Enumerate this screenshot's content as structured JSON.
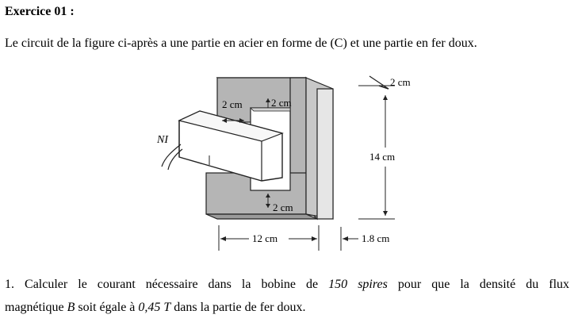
{
  "exercise": {
    "title": "Exercice 01 :"
  },
  "intro": "Le circuit de la figure ci-après a une partie en acier en forme de (C) et une partie en fer doux.",
  "figure": {
    "labels": {
      "ni": "NI",
      "top_inner_width": "2 cm",
      "top_gap": "2 cm",
      "right_width": "2 cm",
      "height": "14 cm",
      "bottom_gap": "2 cm",
      "total_width": "12 cm",
      "depth": "1.8 cm"
    }
  },
  "question1": {
    "number": "1.",
    "text_a": "Calculer le courant nécessaire dans la bobine de",
    "turns": "150 spires",
    "text_b": "pour que la densité du flux",
    "text_c": "magnétique",
    "symbol_b": "B",
    "text_d": "soit égale à",
    "value": "0,45 T",
    "text_e": "dans la partie de fer doux."
  }
}
